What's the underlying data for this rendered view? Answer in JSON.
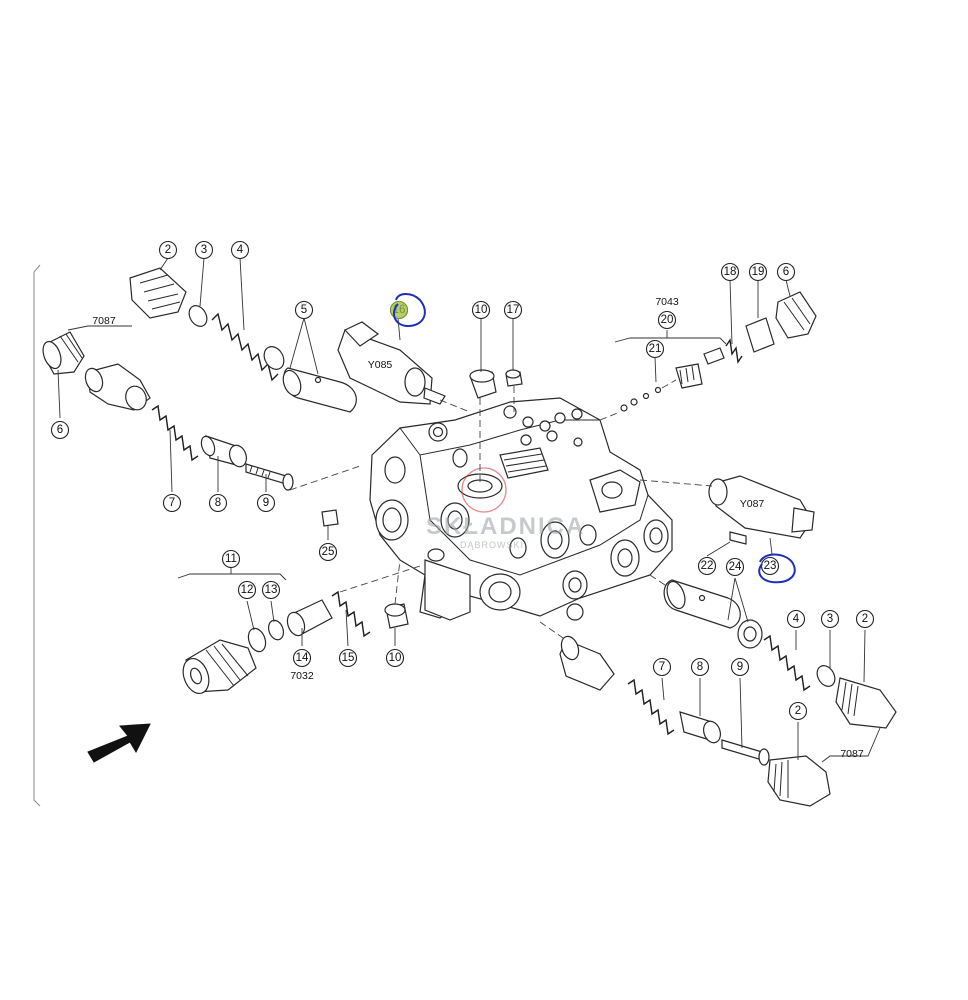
{
  "diagram": {
    "callouts": [
      {
        "id": "c-2-tl",
        "label": "2"
      },
      {
        "id": "c-3-tl",
        "label": "3"
      },
      {
        "id": "c-4-tl",
        "label": "4"
      },
      {
        "id": "c-5",
        "label": "5"
      },
      {
        "id": "c-16",
        "label": "16"
      },
      {
        "id": "c-10-top",
        "label": "10"
      },
      {
        "id": "c-17",
        "label": "17"
      },
      {
        "id": "c-20",
        "label": "20"
      },
      {
        "id": "c-21",
        "label": "21"
      },
      {
        "id": "c-18",
        "label": "18"
      },
      {
        "id": "c-19",
        "label": "19"
      },
      {
        "id": "c-6-tr",
        "label": "6"
      },
      {
        "id": "c-6-l",
        "label": "6"
      },
      {
        "id": "c-7-l",
        "label": "7"
      },
      {
        "id": "c-8-l",
        "label": "8"
      },
      {
        "id": "c-9-l",
        "label": "9"
      },
      {
        "id": "c-25",
        "label": "25"
      },
      {
        "id": "c-22",
        "label": "22"
      },
      {
        "id": "c-24",
        "label": "24"
      },
      {
        "id": "c-23",
        "label": "23"
      },
      {
        "id": "c-11",
        "label": "11"
      },
      {
        "id": "c-12",
        "label": "12"
      },
      {
        "id": "c-13",
        "label": "13"
      },
      {
        "id": "c-14",
        "label": "14"
      },
      {
        "id": "c-15",
        "label": "15"
      },
      {
        "id": "c-10-bot",
        "label": "10"
      },
      {
        "id": "c-4-br",
        "label": "4"
      },
      {
        "id": "c-3-br",
        "label": "3"
      },
      {
        "id": "c-2-br",
        "label": "2"
      },
      {
        "id": "c-7-br",
        "label": "7"
      },
      {
        "id": "c-8-br",
        "label": "8"
      },
      {
        "id": "c-9-br",
        "label": "9"
      },
      {
        "id": "c-2-bot",
        "label": "2"
      }
    ],
    "codes": {
      "left_plug": "7087",
      "solenoid_left": "Y085",
      "top_group": "7043",
      "solenoid_right": "Y087",
      "bottom_group": "7032",
      "right_plug": "7087"
    },
    "watermark": {
      "main": "SKŁADNICA",
      "sub": "DĄBROWSKI"
    },
    "highlight_colors": {
      "marker_blue": "#1f2fb8",
      "marker_green": "#9bbf3a",
      "marker_red": "#d04040"
    }
  }
}
